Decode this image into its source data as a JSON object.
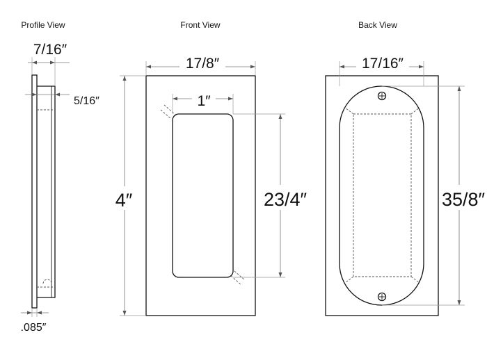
{
  "views": {
    "profile": {
      "title": "Profile View",
      "dims": {
        "thickness": "7/16″",
        "plate_offset": "5/16″",
        "plate_thickness": ".085″"
      }
    },
    "front": {
      "title": "Front View",
      "dims": {
        "width": "17/8″",
        "height": "4″",
        "pocket_width": "1″",
        "pocket_height": "23/4″"
      }
    },
    "back": {
      "title": "Back View",
      "dims": {
        "width": "17/16″",
        "height": "35/8″"
      }
    }
  },
  "colors": {
    "line": "#111111",
    "dimension": "#777777",
    "background": "#ffffff"
  }
}
